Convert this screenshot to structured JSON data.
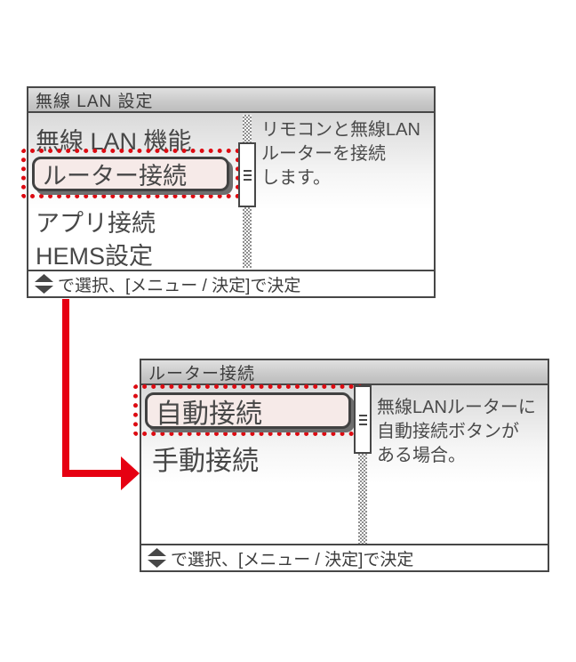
{
  "colors": {
    "accent_red": "#e60012",
    "dot_red": "#dd0b12",
    "border_dark": "#474747",
    "selected_item_bg": "#f6eae8",
    "titlebar_gray": "#c9c9c9"
  },
  "icons": {
    "select_icon": "up-down-diamond",
    "scrollbar_grip": "triple-line-grip"
  },
  "screen1": {
    "title": "無線 LAN 設定",
    "items": [
      {
        "label": "無線 LAN 機能",
        "selected": false
      },
      {
        "label": "ルーター接続",
        "selected": true
      },
      {
        "label": "アプリ接続",
        "selected": false
      },
      {
        "label": "HEMS設定",
        "selected": false
      }
    ],
    "description_lines": [
      "リモコンと無線LAN",
      "ルーターを接続",
      "します。"
    ],
    "footer_text": "で選択、[メニュー / 決定]で決定"
  },
  "screen2": {
    "title": "ルーター接続",
    "items": [
      {
        "label": "自動接続",
        "selected": true
      },
      {
        "label": "手動接続",
        "selected": false
      }
    ],
    "description_lines": [
      "無線LANルーターに",
      "自動接続ボタンが",
      "ある場合。"
    ],
    "footer_text": "で選択、[メニュー / 決定]で決定"
  }
}
